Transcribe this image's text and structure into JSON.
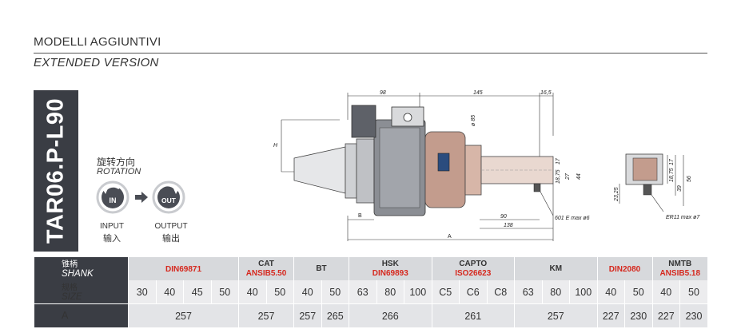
{
  "header": {
    "title_it": "MODELLI AGGIUNTIVI",
    "title_en": "EXTENDED VERSION"
  },
  "model": {
    "code": "TAR06.P-L90"
  },
  "rotation": {
    "label_cn": "旋转方向",
    "label_en": "ROTATION",
    "input_icon_text": "IN",
    "output_icon_text": "OUT",
    "input_en": "INPUT",
    "input_cn": "输入",
    "output_en": "OUTPUT",
    "output_cn": "输出"
  },
  "drawing": {
    "dim_98": "98",
    "dim_145": "145",
    "dim_16_5": "16,5",
    "dim_h": "H",
    "dim_b": "B",
    "dim_a": "A",
    "dim_90": "90",
    "dim_138": "138",
    "dim_phi85": "ø 85",
    "dim_18_75": "18,75",
    "dim_17": "17",
    "dim_27": "27",
    "dim_44": "44",
    "note_601e": "601 E max ø6",
    "side_23_25": "23,25",
    "side_18_75": "18,75",
    "side_17": "17",
    "side_39": "39",
    "side_56": "56",
    "note_er11": "ER11 max ø7"
  },
  "table": {
    "shank_cn": "锥柄",
    "shank_en": "SHANK",
    "size_cn": "规格",
    "size_en": "SIZE",
    "a_label": "A",
    "groups": [
      {
        "top": "",
        "std": "DIN69871",
        "span": 4
      },
      {
        "top": "CAT",
        "std": "ANSIB5.50",
        "span": 2
      },
      {
        "top": "BT",
        "std": "",
        "span": 2
      },
      {
        "top": "HSK",
        "std": "DIN69893",
        "span": 3
      },
      {
        "top": "CAPTO",
        "std": "ISO26623",
        "span": 3
      },
      {
        "top": "KM",
        "std": "",
        "span": 3
      },
      {
        "top": "",
        "std": "DIN2080",
        "span": 2
      },
      {
        "top": "NMTB",
        "std": "ANSIB5.18",
        "span": 2
      }
    ],
    "sizes": [
      "30",
      "40",
      "45",
      "50",
      "40",
      "50",
      "40",
      "50",
      "63",
      "80",
      "100",
      "C5",
      "C6",
      "C8",
      "63",
      "80",
      "100",
      "40",
      "50",
      "40",
      "50"
    ],
    "a_values": [
      {
        "v": "257",
        "span": 4
      },
      {
        "v": "257",
        "span": 2
      },
      {
        "v": "257",
        "span": 1
      },
      {
        "v": "265",
        "span": 1
      },
      {
        "v": "266",
        "span": 3
      },
      {
        "v": "261",
        "span": 3
      },
      {
        "v": "257",
        "span": 3
      },
      {
        "v": "227",
        "span": 1
      },
      {
        "v": "230",
        "span": 1
      },
      {
        "v": "227",
        "span": 1
      },
      {
        "v": "230",
        "span": 1
      }
    ]
  }
}
